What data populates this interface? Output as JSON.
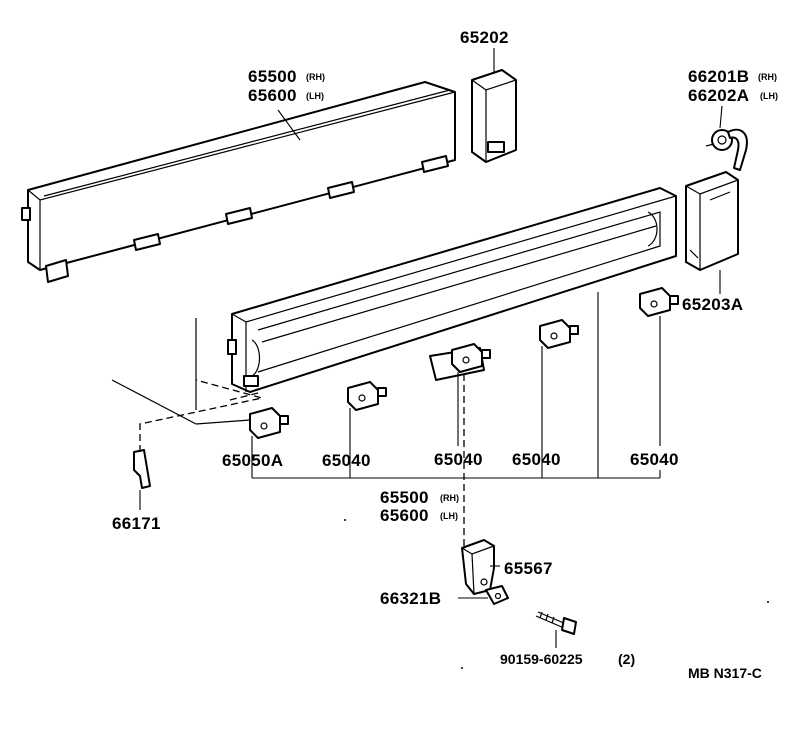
{
  "diagram_code": "MB N317-C",
  "labels": {
    "side_panel_upper_rh": "65500",
    "side_panel_upper_rh_suffix": "(RH)",
    "side_panel_upper_lh": "65600",
    "side_panel_upper_lh_suffix": "(LH)",
    "cap_65202": "65202",
    "hinge_rh": "66201B",
    "hinge_rh_suffix": "(RH)",
    "hinge_lh": "66202A",
    "hinge_lh_suffix": "(LH)",
    "end_cap": "65203A",
    "hook_65050a": "65050A",
    "hook_65040_1": "65040",
    "hook_65040_2": "65040",
    "hook_65040_3": "65040",
    "hook_65040_4": "65040",
    "side_panel_lower_rh": "65500",
    "side_panel_lower_rh_suffix": "(RH)",
    "side_panel_lower_lh": "65600",
    "side_panel_lower_lh_suffix": "(LH)",
    "clip_66171": "66171",
    "bracket_65567": "65567",
    "plate_66321b": "66321B",
    "bolt": "90159-60225",
    "bolt_qty": "(2)"
  }
}
